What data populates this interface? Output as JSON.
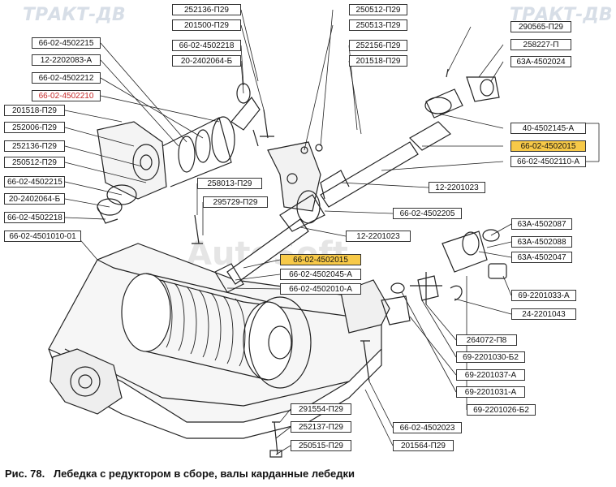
{
  "watermark": {
    "top_left": "ТРАКТ-ДВ",
    "top_right": "ТРАКТ-ДВ",
    "center": "AutoSoft"
  },
  "caption": {
    "figure": "Рис.  78.",
    "title": "Лебедка с редуктором в сборе, валы карданные лебедки"
  },
  "colors": {
    "highlight": "#f7c948",
    "red_label": "#c62828",
    "line": "#222222"
  },
  "labels": [
    {
      "id": "252136-p29-top",
      "text": "252136-П29"
    },
    {
      "id": "201500-p29",
      "text": "201500-П29"
    },
    {
      "id": "66-02-4502218-top",
      "text": "66-02-4502218"
    },
    {
      "id": "20-2402064-b-top",
      "text": "20-2402064-Б"
    },
    {
      "id": "66-02-4502215-top",
      "text": "66-02-4502215"
    },
    {
      "id": "12-2202083-a",
      "text": "12-2202083-А"
    },
    {
      "id": "66-02-4502212",
      "text": "66-02-4502212"
    },
    {
      "id": "66-02-4502210",
      "text": "66-02-4502210"
    },
    {
      "id": "201518-p29-left",
      "text": "201518-П29"
    },
    {
      "id": "252006-p29",
      "text": "252006-П29"
    },
    {
      "id": "252136-p29-left",
      "text": "252136-П29"
    },
    {
      "id": "250512-p29-left",
      "text": "250512-П29"
    },
    {
      "id": "66-02-4502215-left",
      "text": "66-02-4502215"
    },
    {
      "id": "20-2402064-b-left",
      "text": "20-2402064-Б"
    },
    {
      "id": "66-02-4502218-left",
      "text": "66-02-4502218"
    },
    {
      "id": "258013-p29",
      "text": "258013-П29"
    },
    {
      "id": "295729-p29",
      "text": "295729-П29"
    },
    {
      "id": "66-02-4501010-01",
      "text": "66-02-4501010-01"
    },
    {
      "id": "250512-p29-top",
      "text": "250512-П29"
    },
    {
      "id": "250513-p29",
      "text": "250513-П29"
    },
    {
      "id": "252156-p29",
      "text": "252156-П29"
    },
    {
      "id": "201518-p29-top",
      "text": "201518-П29"
    },
    {
      "id": "290565-p29",
      "text": "290565-П29"
    },
    {
      "id": "258227-p",
      "text": "258227-П"
    },
    {
      "id": "63a-4502024",
      "text": "63А-4502024"
    },
    {
      "id": "40-4502145-a",
      "text": "40-4502145-А"
    },
    {
      "id": "66-02-4502015-right",
      "text": "66-02-4502015"
    },
    {
      "id": "66-02-4502110-a",
      "text": "66-02-4502110-А"
    },
    {
      "id": "12-2201023-top",
      "text": "12-2201023"
    },
    {
      "id": "66-02-4502205",
      "text": "66-02-4502205"
    },
    {
      "id": "12-2201023-mid",
      "text": "12-2201023"
    },
    {
      "id": "66-02-4502015-center",
      "text": "66-02-4502015"
    },
    {
      "id": "66-02-4502045-a",
      "text": "66-02-4502045-А"
    },
    {
      "id": "66-02-4502010-a",
      "text": "66-02-4502010-А"
    },
    {
      "id": "63a-4502087",
      "text": "63А-4502087"
    },
    {
      "id": "63a-4502088",
      "text": "63А-4502088"
    },
    {
      "id": "63a-4502047",
      "text": "63А-4502047"
    },
    {
      "id": "69-2201033-a",
      "text": "69-2201033-А"
    },
    {
      "id": "24-2201043",
      "text": "24-2201043"
    },
    {
      "id": "264072-p8",
      "text": "264072-П8"
    },
    {
      "id": "69-2201030-b2",
      "text": "69-2201030-Б2"
    },
    {
      "id": "69-2201037-a",
      "text": "69-2201037-А"
    },
    {
      "id": "69-2201031-a",
      "text": "69-2201031-А"
    },
    {
      "id": "69-2201026-b2",
      "text": "69-2201026-Б2"
    },
    {
      "id": "291554-p29",
      "text": "291554-П29"
    },
    {
      "id": "252137-p29",
      "text": "252137-П29"
    },
    {
      "id": "250515-p29",
      "text": "250515-П29"
    },
    {
      "id": "66-02-4502023",
      "text": "66-02-4502023"
    },
    {
      "id": "201564-p29",
      "text": "201564-П29"
    }
  ]
}
